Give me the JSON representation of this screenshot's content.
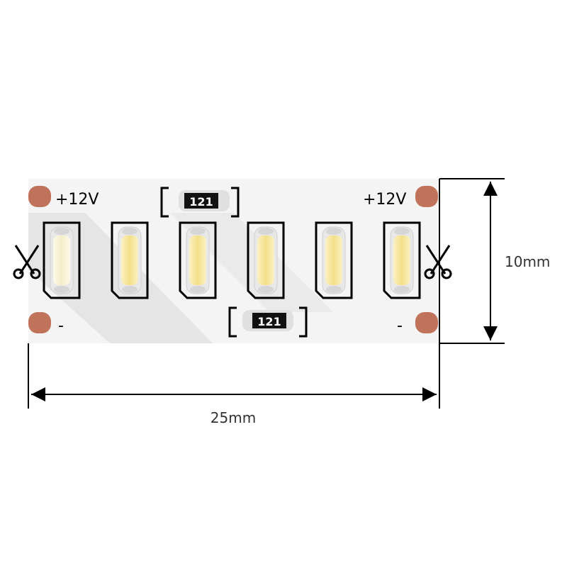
{
  "strip": {
    "positive_label_left": "+12V",
    "positive_label_right": "+12V",
    "negative_label_left": "-",
    "negative_label_right": "-",
    "resistor_top_label": "121",
    "resistor_bottom_label": "121",
    "led_count": 6,
    "colors": {
      "board": "#f4f4f4",
      "shadow": "#e3e3e3",
      "pad": "#c0735a",
      "led_body": "#eeeeee",
      "led_phosphor": "#f7e8a4",
      "resistor": "#111111",
      "line": "#000000"
    },
    "icons": [
      "scissors-icon-left",
      "scissors-icon-right"
    ]
  },
  "dimensions": {
    "height_label": "10mm",
    "width_label": "25mm"
  }
}
